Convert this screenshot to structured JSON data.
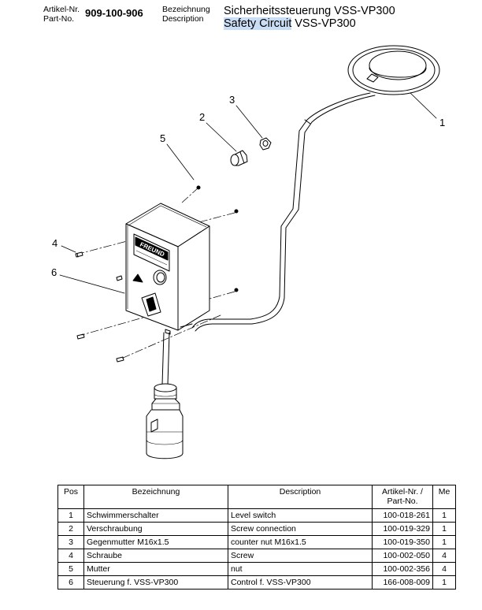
{
  "header": {
    "article_label_de": "Artikel-Nr.",
    "article_label_en": "Part-No.",
    "part_number": "909-100-906",
    "desc_label_de": "Bezeichnung",
    "desc_label_en": "Description",
    "title_de": "Sicherheitssteuerung VSS-VP300",
    "title_en_highlight": "Safety Circuit",
    "title_en_rest": " VSS-VP300"
  },
  "drawing": {
    "callouts": [
      "1",
      "2",
      "3",
      "4",
      "5",
      "6"
    ],
    "brand_label": "FREUND"
  },
  "table": {
    "headers": {
      "pos": "Pos",
      "bezeichnung": "Bezeichnung",
      "description": "Description",
      "artikel_line1": "Artikel-Nr. /",
      "artikel_line2": "Part-No.",
      "me": "Me"
    },
    "rows": [
      {
        "pos": "1",
        "de": "Schwimmerschalter",
        "en": "Level switch",
        "nr": "100-018-261",
        "me": "1"
      },
      {
        "pos": "2",
        "de": "Verschraubung",
        "en": "Screw connection",
        "nr": "100-019-329",
        "me": "1"
      },
      {
        "pos": "3",
        "de": "Gegenmutter M16x1.5",
        "en": "counter nut M16x1.5",
        "nr": "100-019-350",
        "me": "1"
      },
      {
        "pos": "4",
        "de": "Schraube",
        "en": "Screw",
        "nr": "100-002-050",
        "me": "4"
      },
      {
        "pos": "5",
        "de": "Mutter",
        "en": "nut",
        "nr": "100-002-356",
        "me": "4"
      },
      {
        "pos": "6",
        "de": "Steuerung f. VSS-VP300",
        "en": "Control f. VSS-VP300",
        "nr": "166-008-009",
        "me": "1"
      }
    ]
  }
}
